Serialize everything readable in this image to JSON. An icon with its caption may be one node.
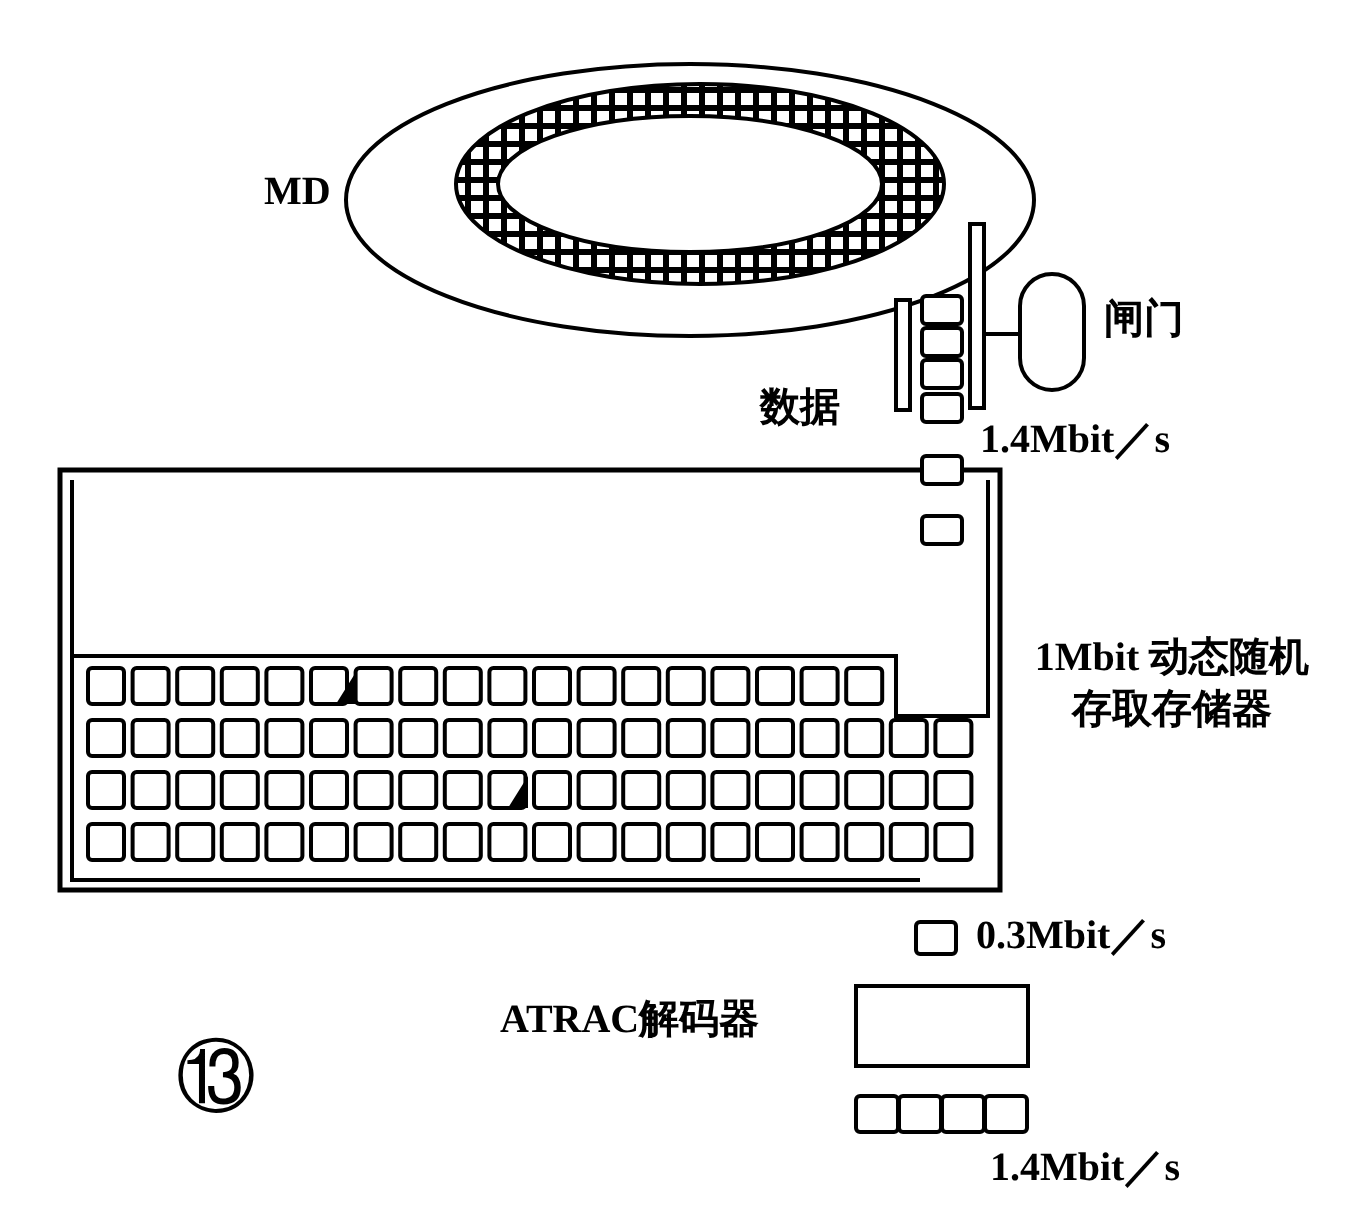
{
  "diagram": {
    "nodes": [
      {
        "text": [
          "MD"
        ]
      },
      {
        "text": [
          "闸门"
        ]
      },
      {
        "text": [
          "1Mbit 动态随机存取存储器"
        ]
      },
      {
        "text": [
          "ATRAC解码器"
        ]
      }
    ],
    "labels": [
      "数据",
      "1.4Mbit／s",
      "0.3Mbit／s",
      "1.4Mbit／s",
      "⑬"
    ]
  }
}
